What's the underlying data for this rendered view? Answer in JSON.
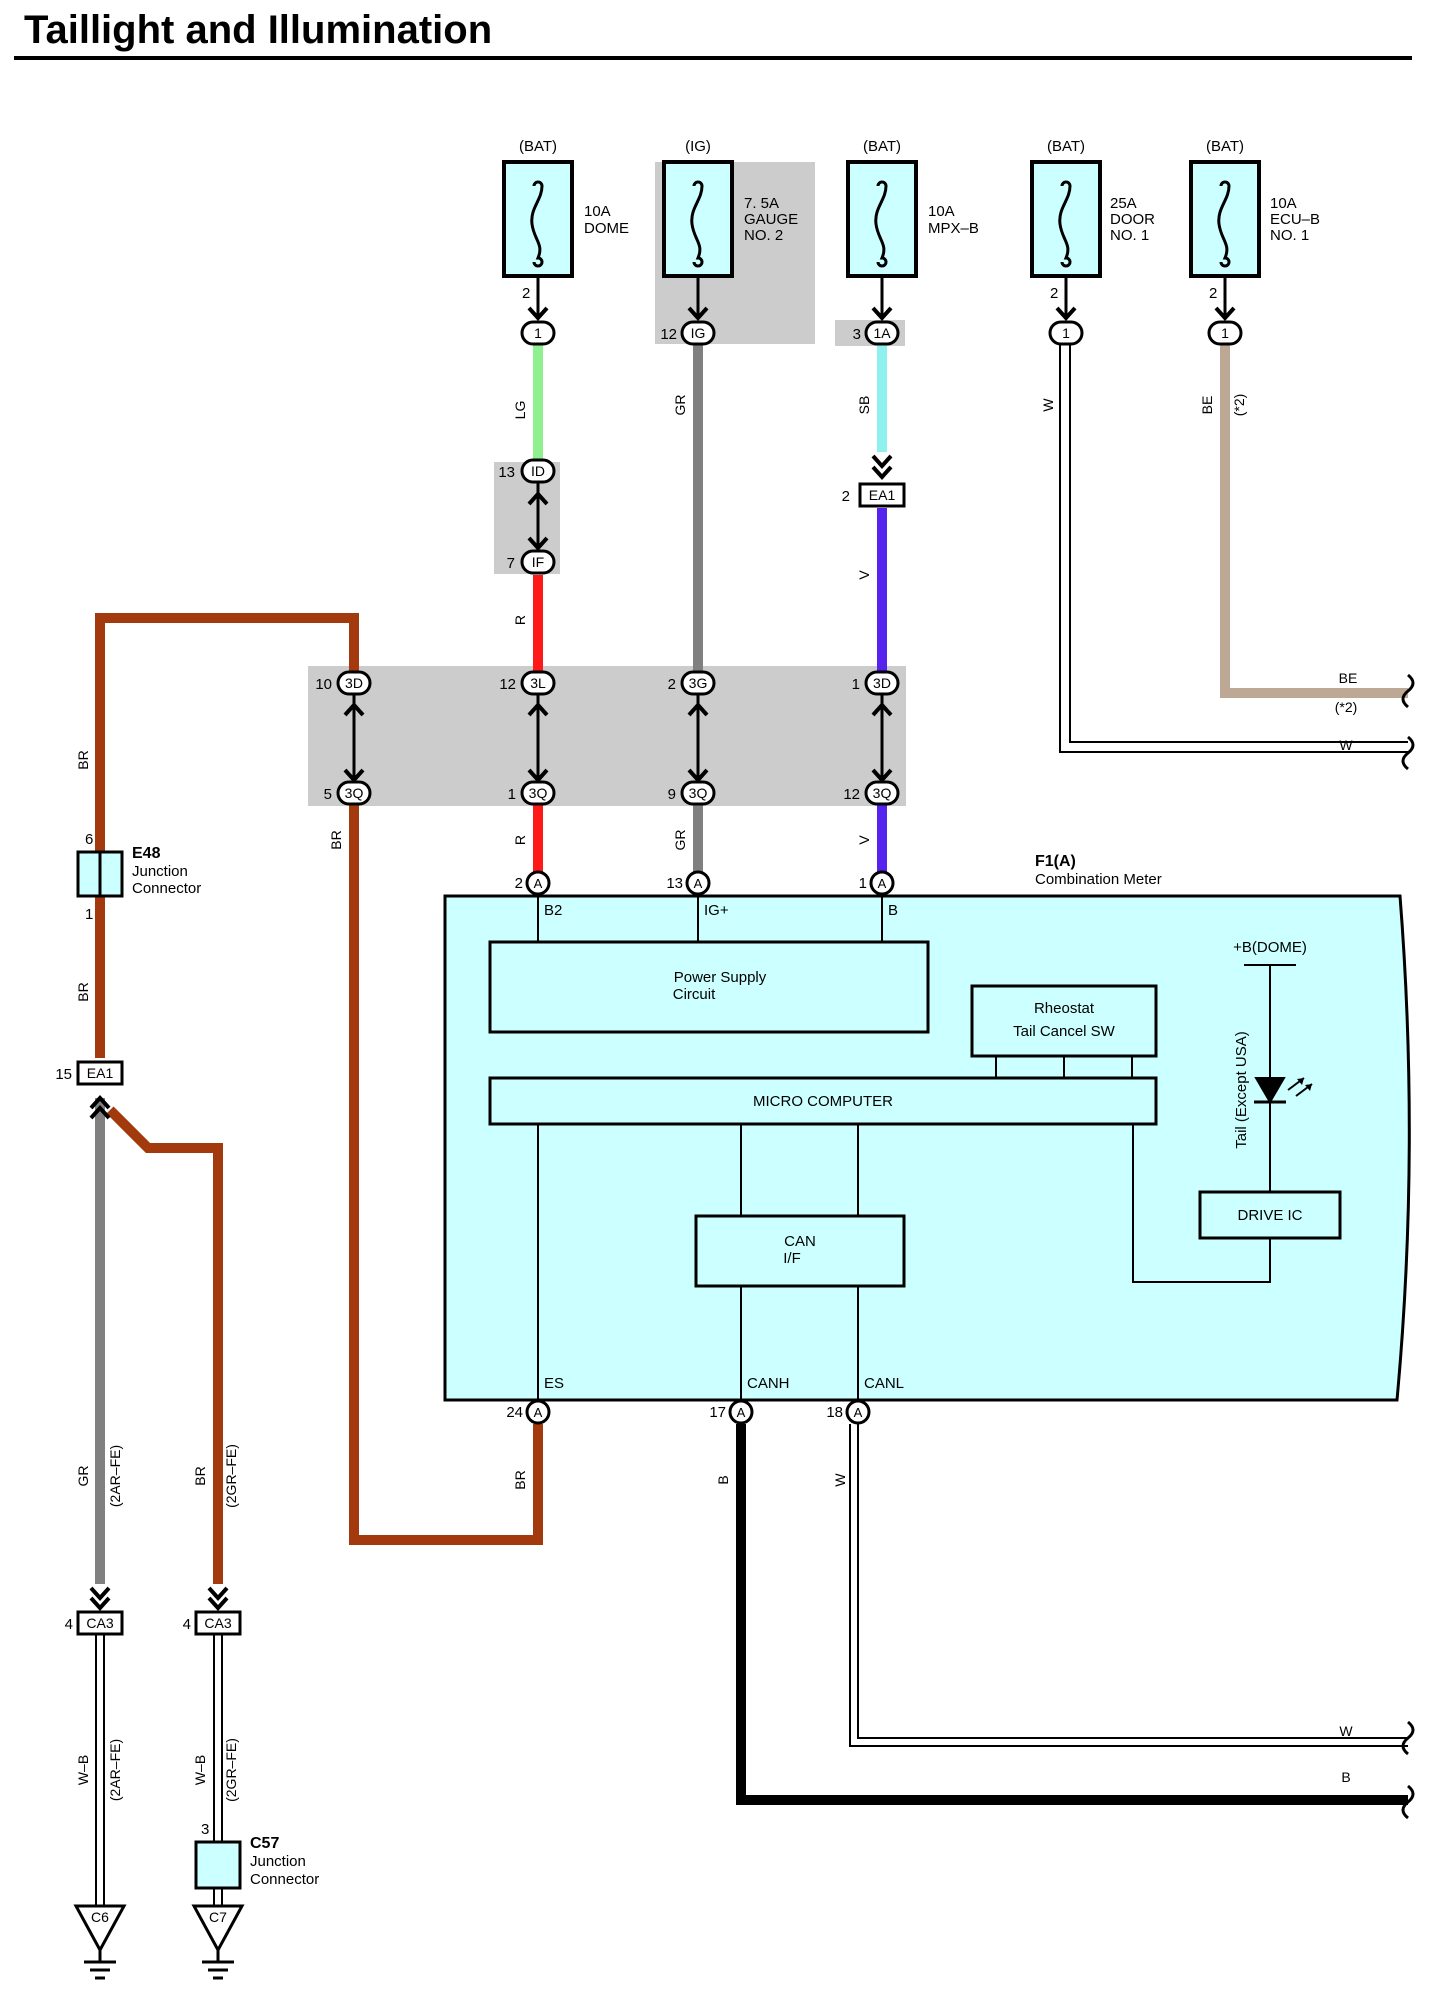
{
  "title": "Taillight and Illumination",
  "colors": {
    "LG": "#8ef08e",
    "GR": "#808080",
    "SB": "#8ff0f0",
    "V": "#5522ee",
    "R": "#ff1a1a",
    "BR": "#a33a0e",
    "BE": "#bca894",
    "B": "#000000",
    "component_fill": "#ccffff",
    "shade": "#cccccc"
  },
  "fuses": [
    {
      "source": "(BAT)",
      "rating": "10A",
      "name": "DOME",
      "name2": "",
      "pin": "2",
      "connector": "1",
      "cpin": ""
    },
    {
      "source": "(IG)",
      "rating": "7. 5A",
      "name": "GAUGE",
      "name2": "NO. 2",
      "pin": "",
      "connector": "IG",
      "cpin": "12"
    },
    {
      "source": "(BAT)",
      "rating": "10A",
      "name": "MPX–B",
      "name2": "",
      "pin": "",
      "connector": "1A",
      "cpin": "3"
    },
    {
      "source": "(BAT)",
      "rating": "25A",
      "name": "DOOR",
      "name2": "NO. 1",
      "pin": "2",
      "connector": "1",
      "cpin": ""
    },
    {
      "source": "(BAT)",
      "rating": "10A",
      "name": "ECU–B",
      "name2": "NO. 1",
      "pin": "2",
      "connector": "1",
      "cpin": ""
    }
  ],
  "wire_labels": {
    "lg": "LG",
    "gr": "GR",
    "sb": "SB",
    "w": "W",
    "be": "BE",
    "star2": "(*2)",
    "r": "R",
    "v": "V",
    "br": "BR",
    "b": "B",
    "wb": "W–B",
    "ar": "(2AR–FE)",
    "gr_fe": "(2GR–FE)"
  },
  "connectors": {
    "id": "ID",
    "id_pin": "13",
    "if": "IF",
    "if_pin": "7",
    "ea1": "EA1",
    "ea1_pin": "2",
    "ea1_left_pin": "15",
    "j3d_10": "10",
    "j3d_12": "12",
    "j3d_2": "2",
    "j3d_1": "1",
    "j3q_5": "5",
    "j3q_1": "1",
    "j3q_9": "9",
    "j3q_12": "12",
    "c3d": "3D",
    "c3l": "3L",
    "c3g": "3G",
    "c3q": "3Q",
    "ca3": "CA3",
    "ca3_pin": "4",
    "a": "A"
  },
  "e48": {
    "id": "E48",
    "line1": "Junction",
    "line2": "Connector",
    "pin_top": "6",
    "pin_bottom": "1"
  },
  "c57": {
    "id": "C57",
    "line1": "Junction",
    "line2": "Connector",
    "pin_top": "3"
  },
  "grounds": [
    "C6",
    "C7"
  ],
  "meter": {
    "id": "F1(A)",
    "name": "Combination Meter",
    "pins_top": [
      {
        "num": "2",
        "label": "B2"
      },
      {
        "num": "13",
        "label": "IG+"
      },
      {
        "num": "1",
        "label": "B"
      }
    ],
    "pins_bottom": [
      {
        "num": "24",
        "label": "ES"
      },
      {
        "num": "17",
        "label": "CANH"
      },
      {
        "num": "18",
        "label": "CANL"
      }
    ],
    "power_supply_1": "Power Supply",
    "power_supply_2": "Circuit",
    "rheostat_1": "Rheostat",
    "rheostat_2": "Tail Cancel SW",
    "micro": "MICRO COMPUTER",
    "can_1": "CAN",
    "can_2": "I/F",
    "dome": "+B(DOME)",
    "tail": "Tail (Except USA)",
    "drive": "DRIVE IC"
  }
}
